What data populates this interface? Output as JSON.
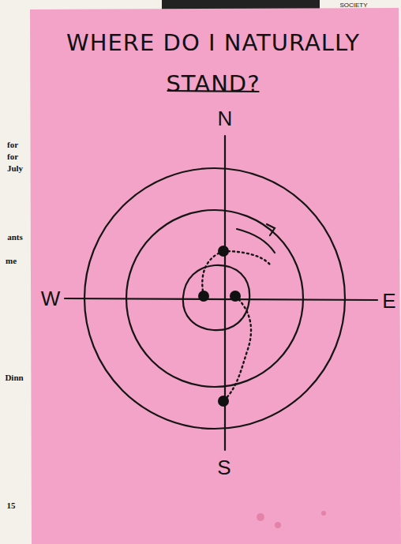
{
  "diagram": {
    "title": "WHERE DO I NATURALLY STAND?",
    "labels": [
      "N",
      "W",
      "E",
      "S",
      "SOCIETY",
      "for",
      "for",
      "July",
      "ants",
      "me",
      "Dinn",
      "15"
    ]
  }
}
